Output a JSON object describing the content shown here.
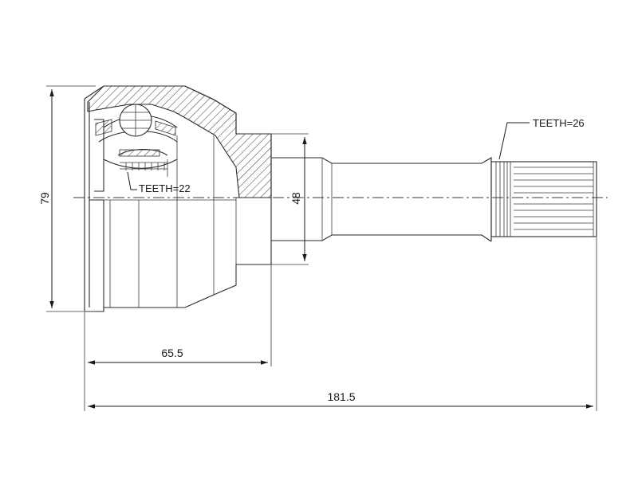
{
  "annotations": {
    "teeth_inner": "TEETH=22",
    "teeth_outer": "TEETH=26"
  },
  "dimensions": {
    "outer_diameter": "79",
    "shaft_diameter": "48",
    "housing_length": "65.5",
    "overall_length": "181.5"
  },
  "colors": {
    "line": "#2a2a2a",
    "background": "#ffffff"
  }
}
